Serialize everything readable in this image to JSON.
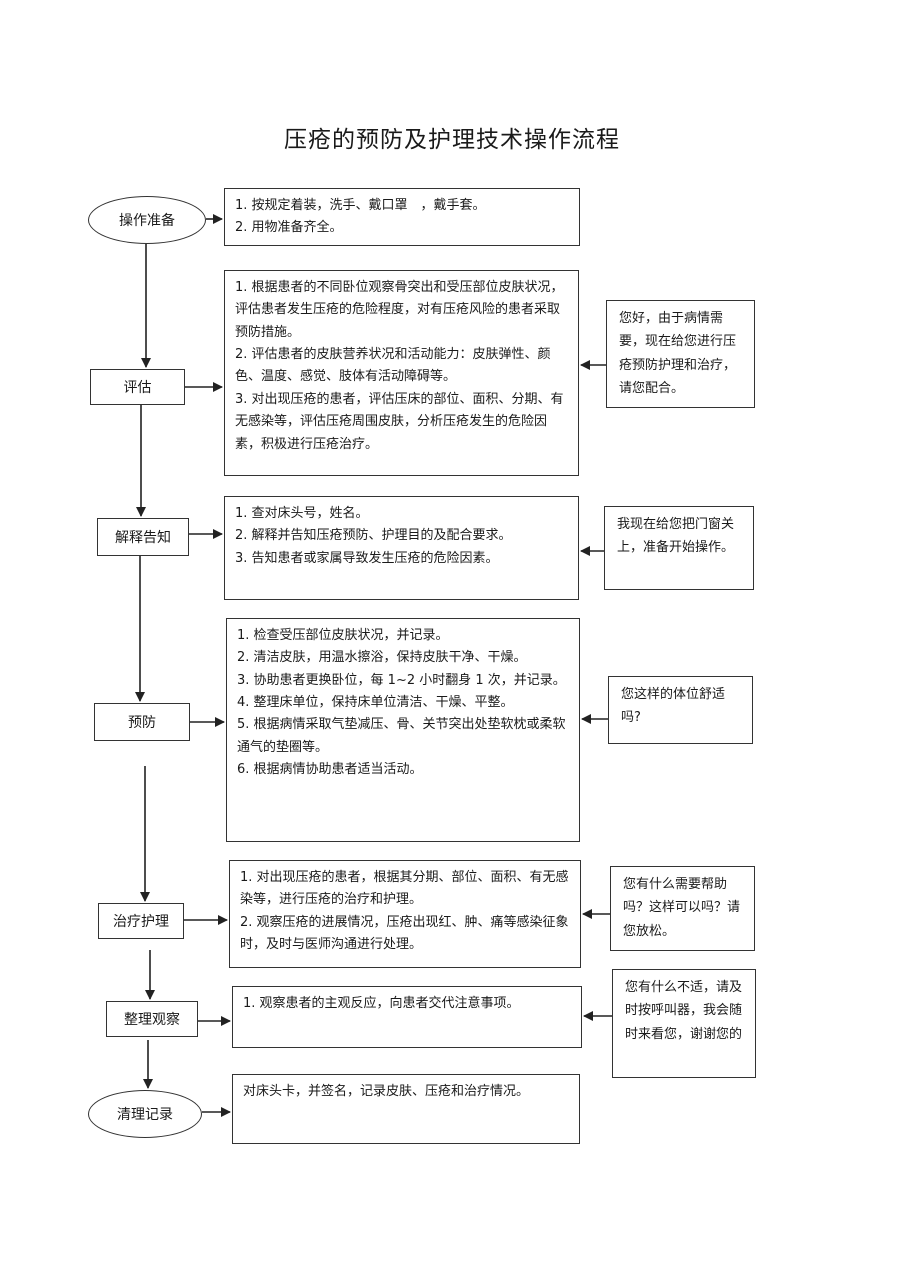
{
  "title": "压疮的预防及护理技术操作流程",
  "steps": [
    {
      "label": "操作准备",
      "content": [
        "1. 按规定着装，洗手、戴口罩　，戴手套。",
        "2. 用物准备齐全。"
      ]
    },
    {
      "label": "评估",
      "content": [
        "1. 根据患者的不同卧位观察骨突出和受压部位皮肤状况，评估患者发生压疮的危险程度，对有压疮风险的患者采取预防措施。",
        "2. 评估患者的皮肤营养状况和活动能力：皮肤弹性、颜色、温度、感觉、肢体有活动障碍等。",
        "3. 对出现压疮的患者，评估压床的部位、面积、分期、有无感染等，评估压疮周围皮肤，分析压疮发生的危险因素，积极进行压疮治疗。"
      ],
      "dialog": "您好，由于病情需要，现在给您进行压疮预防护理和治疗，请您配合。"
    },
    {
      "label": "解释告知",
      "content": [
        "1. 查对床头号，姓名。",
        "2. 解释并告知压疮预防、护理目的及配合要求。",
        "3. 告知患者或家属导致发生压疮的危险因素。"
      ],
      "dialog": "我现在给您把门窗关上，准备开始操作。"
    },
    {
      "label": "预防",
      "content": [
        "1. 检查受压部位皮肤状况，并记录。",
        "2. 清洁皮肤，用温水擦浴，保持皮肤干净、干燥。",
        "3. 协助患者更换卧位，每 1~2 小时翻身 1 次，并记录。",
        "4. 整理床单位，保持床单位清洁、干燥、平整。",
        "5. 根据病情采取气垫减压、骨、关节突出处垫软枕或柔软通气的垫圈等。",
        "6. 根据病情协助患者适当活动。"
      ],
      "dialog": "您这样的体位舒适吗?"
    },
    {
      "label": "治疗护理",
      "content": [
        "1. 对出现压疮的患者，根据其分期、部位、面积、有无感染等，进行压疮的治疗和护理。",
        "2. 观察压疮的进展情况，压疮出现红、肿、痛等感染征象时，及时与医师沟通进行处理。"
      ],
      "dialog": "您有什么需要帮助吗？这样可以吗？请您放松。"
    },
    {
      "label": "整理观察",
      "content": [
        "1. 观察患者的主观反应，向患者交代注意事项。"
      ],
      "dialog": "您有什么不适，请及时按呼叫器，我会随时来看您，谢谢您的"
    },
    {
      "label": "清理记录",
      "content": [
        "对床头卡，并签名，记录皮肤、压疮和治疗情况。"
      ]
    }
  ]
}
